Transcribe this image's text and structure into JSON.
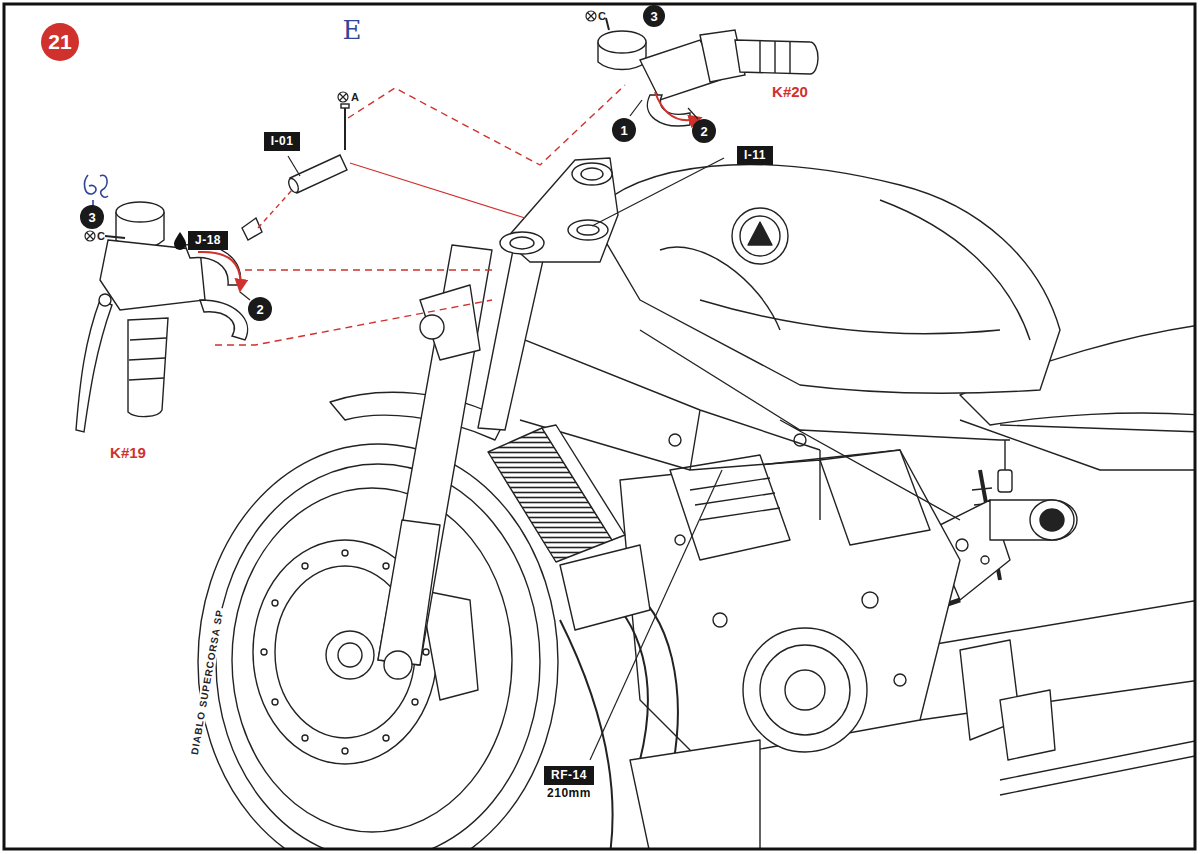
{
  "diagram": {
    "nodes": [
      {
        "text": [
          "3"
        ]
      },
      {
        "text": [
          "21"
        ]
      },
      {
        "text": [
          "1"
        ]
      },
      {
        "text": [
          "2"
        ]
      },
      {
        "text": [
          "I-01"
        ]
      },
      {
        "text": [
          "I-11"
        ]
      },
      {
        "text": [
          "3"
        ]
      },
      {
        "text": [
          "J-18"
        ]
      },
      {
        "text": [
          "2"
        ]
      },
      {
        "text": [
          "RF-14",
          "210mm"
        ]
      }
    ],
    "labels": [
      "C",
      "E",
      "A",
      "K#20",
      "C",
      "K#19",
      "DIABLO SUPERCORSA SP"
    ]
  }
}
